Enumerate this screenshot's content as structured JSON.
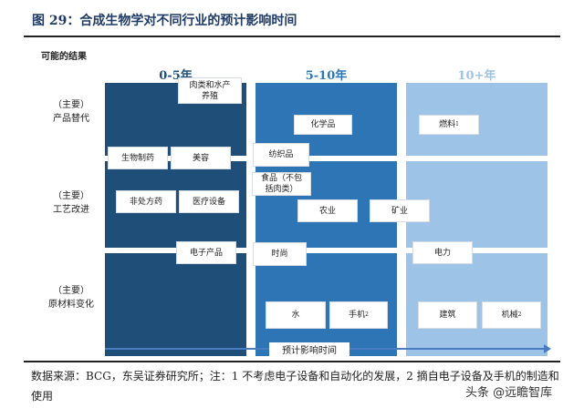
{
  "title": "图 29：合成生物学对不同行业的预计影响时间",
  "outcome_label": "可能的结果",
  "columns": [
    {
      "label": "0-5年",
      "color": "#1f4e79"
    },
    {
      "label": "5-10年",
      "color": "#2e75b6"
    },
    {
      "label": "10+年",
      "color": "#9dc3e6"
    }
  ],
  "rows": [
    {
      "prefix": "（主要）",
      "label": "产品替代"
    },
    {
      "prefix": "（主要）",
      "label": "工艺改进"
    },
    {
      "prefix": "（主要）",
      "label": "原材料变化"
    }
  ],
  "items": {
    "meat": "肉类和水产养殖",
    "chem": "化学品",
    "fuel": "燃料",
    "fuel_note": "1",
    "biopharma": "生物制药",
    "beauty": "美容",
    "textile": "纺织品",
    "food": "食品（不包括肉类）",
    "otc": "非处方药",
    "medical": "医疗设备",
    "agri": "农业",
    "mining": "矿业",
    "electronics": "电子产品",
    "fashion": "时尚",
    "power": "电力",
    "water": "水",
    "phone": "手机",
    "phone_note": "2",
    "construction": "建筑",
    "machinery": "机械",
    "machinery_note": "2"
  },
  "axis_label": "预计影响时间",
  "footer": "数据来源：BCG，东吴证券研究所；注：1 不考虑电子设备和自动化的发展，2 摘自电子设备及手机的制造和使用",
  "watermark": "头条 @远瞻智库"
}
